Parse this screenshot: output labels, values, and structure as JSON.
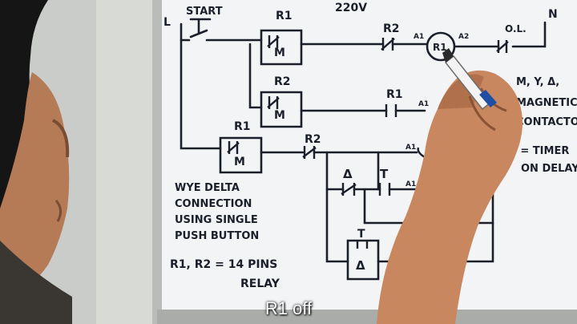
{
  "board": {
    "labels": {
      "start": "START",
      "voltage": "220V",
      "line": "L",
      "neutral": "N",
      "r1_top": "R1",
      "r2_top": "R2",
      "r1_mid": "R1",
      "r2_mid": "R2",
      "r1_low": "R1",
      "r2_low": "R2",
      "coil": "R1",
      "a1_top": "A1",
      "a2_top": "A2",
      "ol": "O.L.",
      "m1": "M",
      "m2": "M",
      "m3": "M",
      "a1_mid": "A1",
      "a1_low": "A1",
      "a1_4": "A1",
      "delta1": "Δ",
      "t1": "T",
      "t2": "T",
      "delta2": "Δ"
    },
    "side_notes": {
      "line1": "M, Y, Δ,",
      "line2": "MAGNETIC",
      "line3": "CONTACTOR",
      "line4": "T = TIMER",
      "line5": "ON DELAY"
    },
    "description": {
      "line1": "WYE DELTA",
      "line2": "CONNECTION",
      "line3": "USING SINGLE",
      "line4": "PUSH BUTTON"
    },
    "relay_note": {
      "line1": "R1, R2 = 14 PINS",
      "line2": "RELAY"
    }
  },
  "caption": "R1 off"
}
